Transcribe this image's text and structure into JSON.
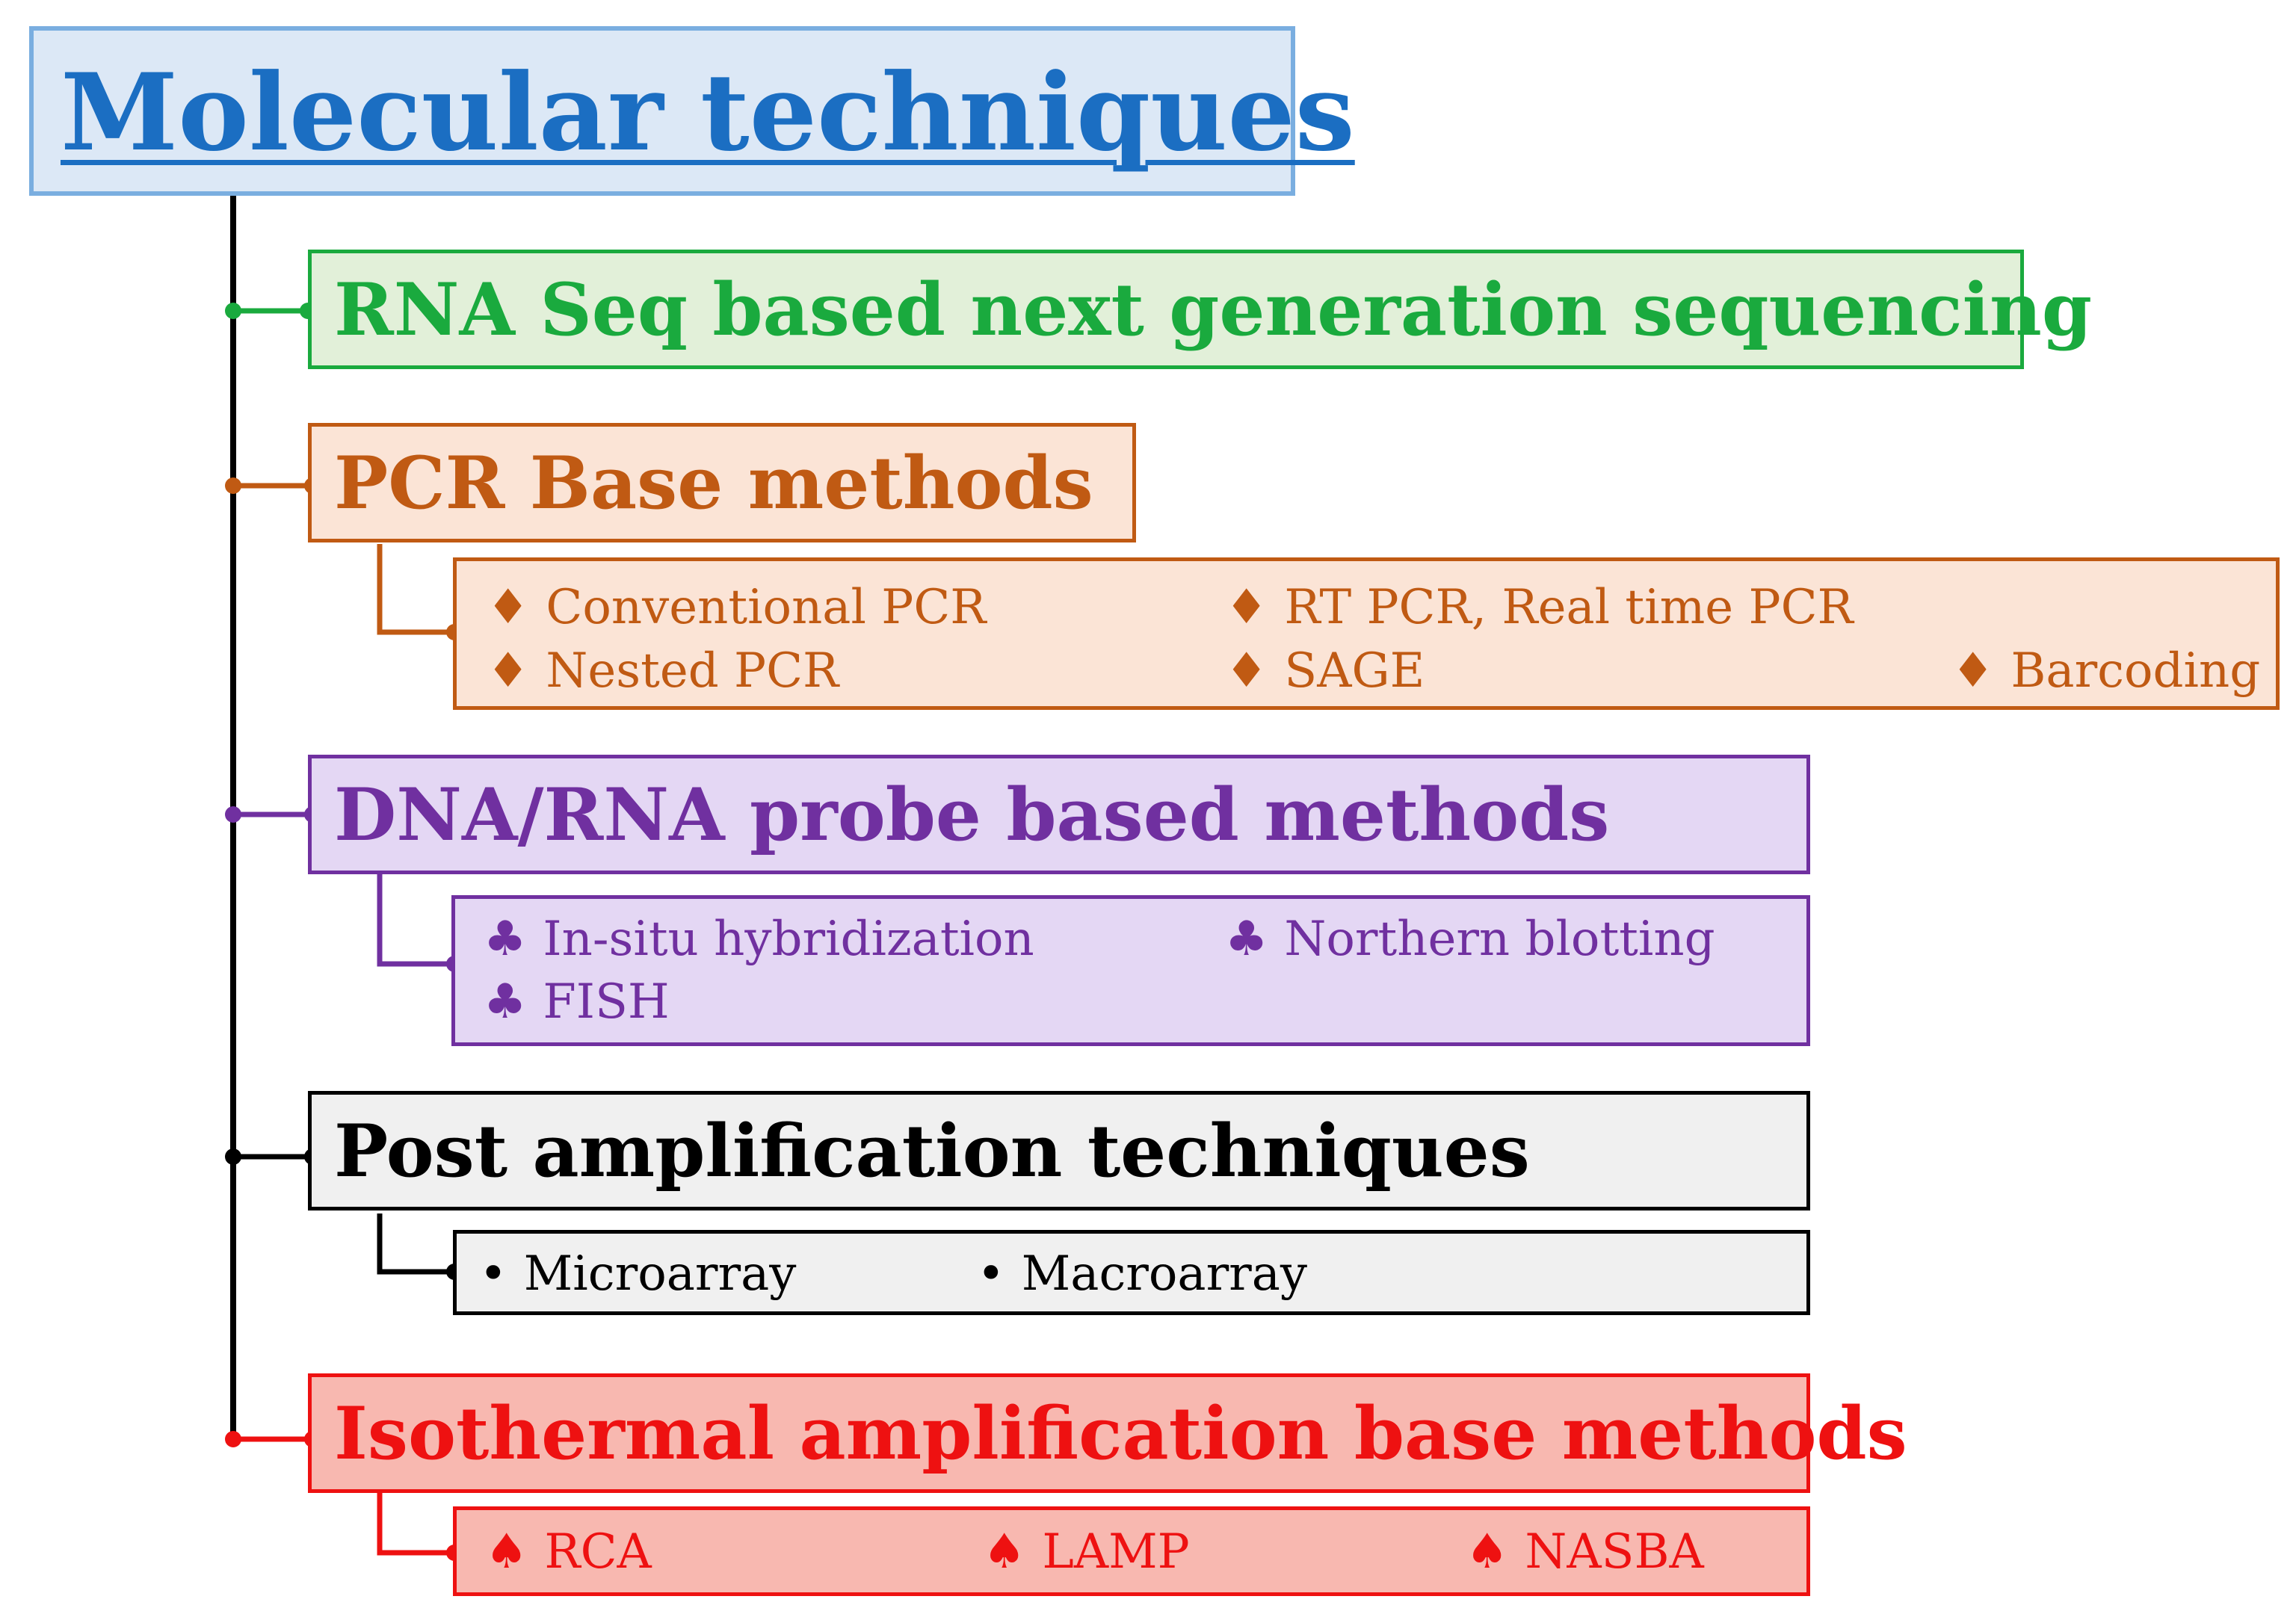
{
  "title": "Molecular techniques",
  "categories": [
    {
      "key": "rnaseq",
      "label": "RNA Seq based next generation sequencing",
      "color": "#1aaa3e",
      "bg": "#e2f0d9",
      "items": []
    },
    {
      "key": "pcr",
      "label": "PCR Base methods",
      "color": "#c05a13",
      "bg": "#fbe4d6",
      "bullet": "♦",
      "items": [
        "Conventional PCR",
        "RT PCR, Real time PCR",
        "Nested PCR",
        "SAGE",
        "Barcoding"
      ]
    },
    {
      "key": "probe",
      "label": "DNA/RNA probe based methods",
      "color": "#7030a0",
      "bg": "#e4d7f4",
      "bullet": "♣",
      "items": [
        "In-situ hybridization",
        "Northern blotting",
        "FISH"
      ]
    },
    {
      "key": "post",
      "label": "Post amplification techniques",
      "color": "#000000",
      "bg": "#f0f0f0",
      "bullet": "•",
      "items": [
        "Microarray",
        "Macroarray"
      ]
    },
    {
      "key": "iso",
      "label": "Isothermal amplification base methods",
      "color": "#ee1111",
      "bg": "#f8b8b0",
      "bullet": "♠",
      "items": [
        "RCA",
        "LAMP",
        "NASBA"
      ]
    }
  ]
}
